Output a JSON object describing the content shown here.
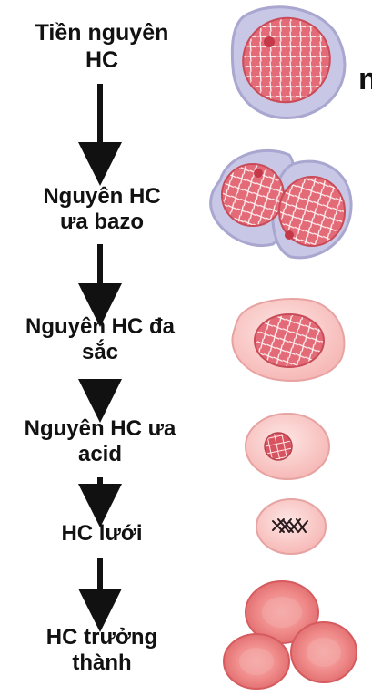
{
  "stages": [
    {
      "id": "proerythroblast",
      "label": "Tiền nguyên\nHC",
      "icon": "proerythroblast-cell-icon"
    },
    {
      "id": "basophilic-erythroblast",
      "label": "Nguyên HC\nưa bazo",
      "icon": "dividing-basophilic-erythroblast-icon"
    },
    {
      "id": "polychromatic-erythroblast",
      "label": "Nguyên HC đa\nsắc",
      "icon": "polychromatic-erythroblast-icon"
    },
    {
      "id": "orthochromatic-erythroblast",
      "label": "Nguyên HC ưa\nacid",
      "icon": "orthochromatic-erythroblast-icon"
    },
    {
      "id": "reticulocyte",
      "label": "HC lưới",
      "icon": "reticulocyte-icon"
    },
    {
      "id": "mature-rbc",
      "label": "HC trưởng\nthành",
      "icon": "red-blood-cells-icon"
    }
  ],
  "edge_fragment": "n",
  "colors": {
    "text": "#111111",
    "arrow": "#111111",
    "cell_outer": "#c9c7e6",
    "cell_outer_stroke": "#a9a6d0",
    "nucleus": "#e36b78",
    "chromatin": "#ffffff",
    "cytoplasm_pink": "#fbd8d6",
    "rbc": "#ee7e7f",
    "rbc_center": "#f6b3b1"
  }
}
